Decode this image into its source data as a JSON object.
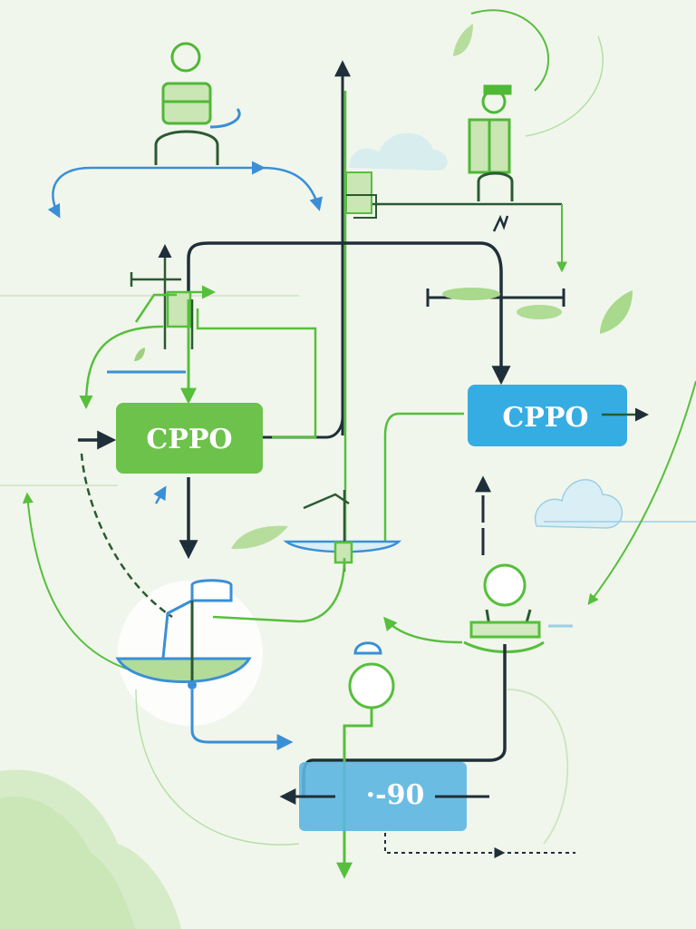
{
  "diagram": {
    "nodes": [
      {
        "id": "green",
        "label": "CPPO",
        "color": "#6cc24a"
      },
      {
        "id": "blue",
        "label": "CPPO",
        "color": "#36ade2"
      },
      {
        "id": "bottom",
        "label": "·-90",
        "color": "#5cb6e2"
      }
    ],
    "colors": {
      "background": "#f1f6ec",
      "dark_line": "#1f2f3a",
      "green_line": "#56bf3c",
      "blue_line": "#3a8fd6",
      "leaf_green": "#a8d98c",
      "cloud_blue": "#c9e7f2"
    },
    "icons": [
      "person-icon",
      "leaf-icon",
      "cloud-icon",
      "dish-icon",
      "crossbar-icon"
    ]
  }
}
